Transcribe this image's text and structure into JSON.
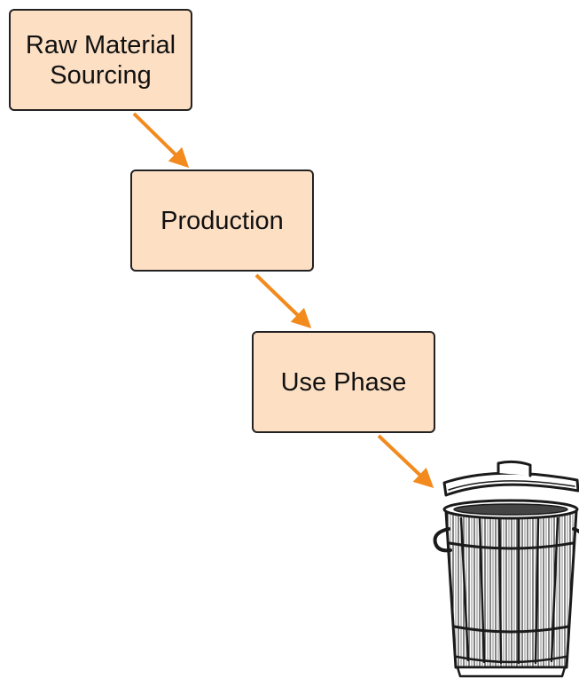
{
  "stages": [
    {
      "label": "Raw Material\nSourcing"
    },
    {
      "label": "Production"
    },
    {
      "label": "Use Phase"
    }
  ],
  "end_of_life_icon": "trash-can-icon",
  "colors": {
    "box_fill": "#fde0c4",
    "box_border": "#222222",
    "arrow": "#f28a1e"
  }
}
